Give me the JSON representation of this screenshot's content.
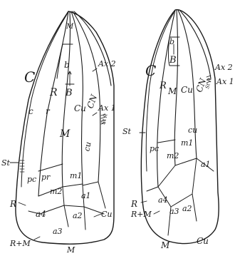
{
  "figure": {
    "left_wing": {
      "labels": {
        "C": "C",
        "b": "b",
        "R": "R",
        "c": "c",
        "r": "r",
        "M_base": "M",
        "B": "B",
        "Cu": "Cu",
        "CN": "CN",
        "Ax2": "Ax 2",
        "Ax1": "Ax 1",
        "StR": "St R",
        "M": "M",
        "cu": "cu",
        "St": "St",
        "pc": "pc",
        "pr": "pr",
        "m1": "m1",
        "m2": "m2",
        "a1": "a1",
        "R_arrow": "R",
        "a4": "a4",
        "a2": "a2",
        "Cu_arrow": "Cu",
        "a3": "a3",
        "RM": "R+M",
        "M_bottom": "M"
      }
    },
    "right_wing": {
      "labels": {
        "b": "b",
        "B": "B",
        "C": "C",
        "R": "R",
        "M": "M",
        "Cu": "Cu",
        "CN": "CN",
        "Ax2": "Ax 2",
        "StR": "St R",
        "Ax1": "Ax 1",
        "cu": "cu",
        "St": "St",
        "pc": "pc",
        "m1": "m1",
        "m2": "m2",
        "a1": "a1",
        "R_arrow": "R",
        "a4": "a4",
        "a3": "a3",
        "a2": "a2",
        "RM": "R+M",
        "M_bottom": "M",
        "Cu_bottom": "Cu"
      }
    }
  }
}
